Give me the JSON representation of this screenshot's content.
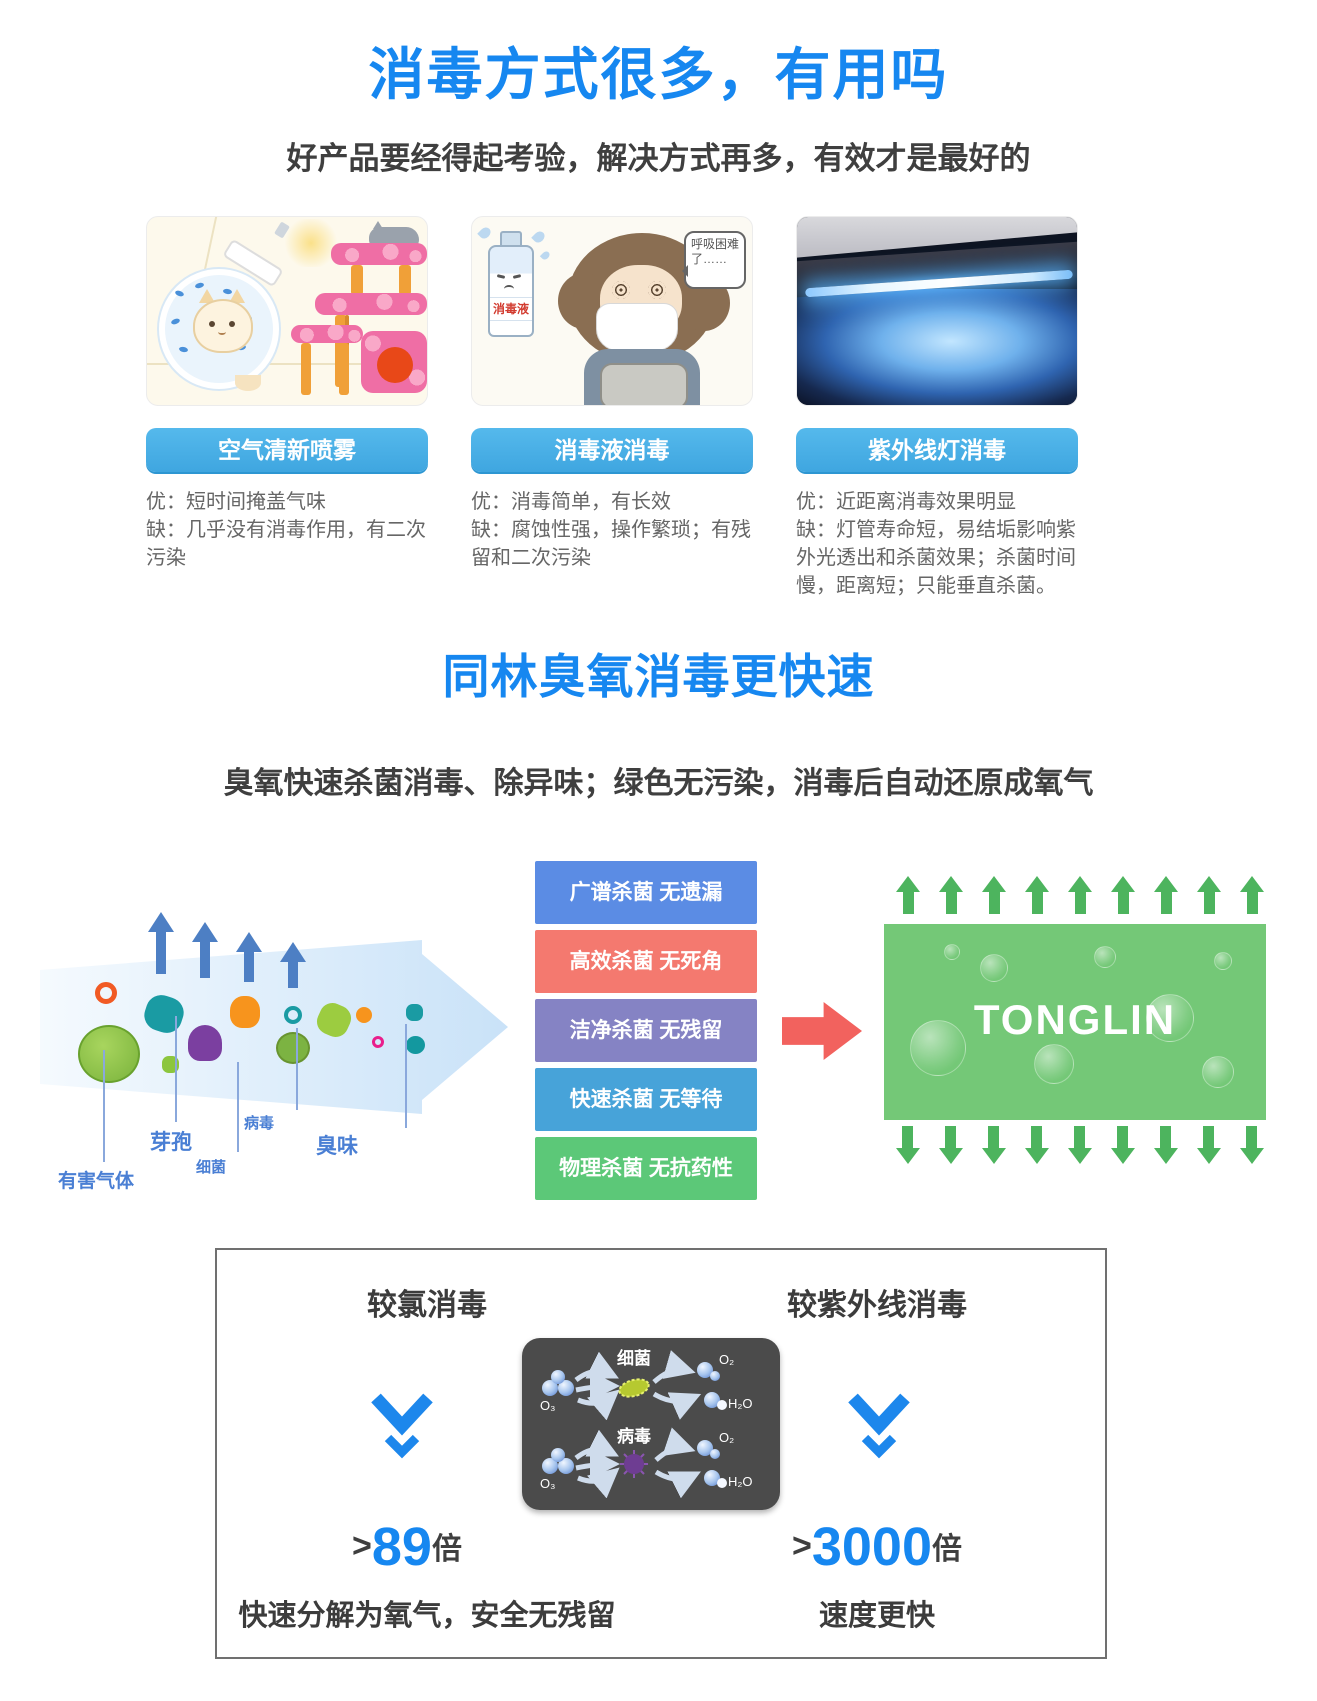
{
  "colors": {
    "accent_blue": "#1687f0",
    "method_label_button": "#46aee8",
    "green_panel": "#74c877",
    "red_arrow": "#f2625e",
    "dark_panel": "#4b4b4b",
    "diagram_label_blue": "#4a7fd4"
  },
  "header": {
    "title": "消毒方式很多，有用吗",
    "subtitle": "好产品要经得起考验，解决方式再多，有效才是最好的"
  },
  "methods": [
    {
      "label": "空气清新喷雾",
      "pros": "优：短时间掩盖气味",
      "cons": "缺：几乎没有消毒作用，有二次污染"
    },
    {
      "label": "消毒液消毒",
      "pros": "优：消毒简单，有长效",
      "cons": "缺：腐蚀性强，操作繁琐；有残留和二次污染",
      "bottle_text": "消毒液",
      "speech_bubble": "呼吸困难了……"
    },
    {
      "label": "紫外线灯消毒",
      "pros": "优：近距离消毒效果明显",
      "cons": "缺：灯管寿命短，易结垢影响紫外光透出和杀菌效果；杀菌时间慢，距离短；只能垂直杀菌。"
    }
  ],
  "ozone": {
    "title": "同林臭氧消毒更快速",
    "subtitle": "臭氧快速杀菌消毒、除异味；绿色无污染，消毒后自动还原成氧气",
    "pollutants": [
      "有害气体",
      "芽孢",
      "细菌",
      "病毒",
      "臭味"
    ],
    "benefits": [
      {
        "text": "广谱杀菌 无遗漏",
        "color": "#5b8ce4"
      },
      {
        "text": "高效杀菌 无死角",
        "color": "#f4796f"
      },
      {
        "text": "洁净杀菌 无残留",
        "color": "#8583c4"
      },
      {
        "text": "快速杀菌 无等待",
        "color": "#47a3d9"
      },
      {
        "text": "物理杀菌 无抗药性",
        "color": "#5cc878"
      }
    ],
    "brand": "TONGLIN"
  },
  "comparison": {
    "left": {
      "heading": "较氯消毒",
      "prefix": ">",
      "value": "89",
      "unit": "倍",
      "caption": "快速分解为氧气，安全无残留"
    },
    "right": {
      "heading": "较紫外线消毒",
      "prefix": ">",
      "value": "3000",
      "unit": "倍",
      "caption": "速度更快"
    },
    "molecules": {
      "o3": "O₃",
      "o2": "O₂",
      "h2o": "H₂O",
      "bacteria": "细菌",
      "virus": "病毒"
    }
  }
}
